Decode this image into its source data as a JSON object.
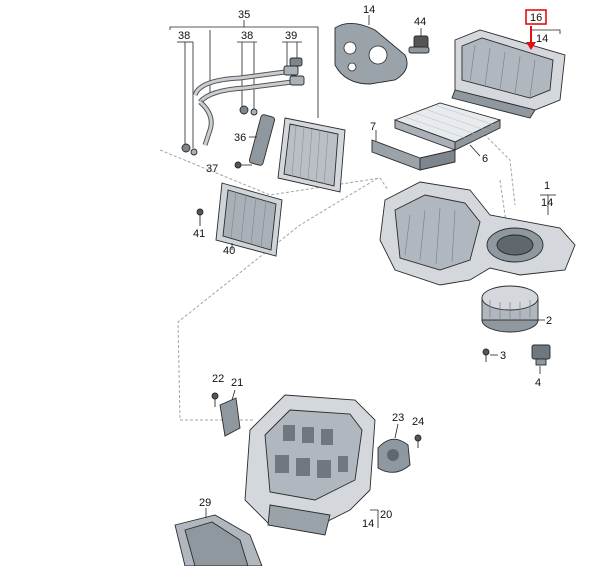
{
  "labels": {
    "l35": "35",
    "l14_gasket": "14",
    "l44": "44",
    "l16": "16",
    "l14_top": "14",
    "l38a": "38",
    "l38b": "38",
    "l39": "39",
    "l36": "36",
    "l7": "7",
    "l6": "6",
    "l37": "37",
    "l1": "1",
    "l14_housing": "14",
    "l41": "41",
    "l40": "40",
    "l2": "2",
    "l3": "3",
    "l4": "4",
    "l22": "22",
    "l21": "21",
    "l23": "23",
    "l24": "24",
    "l14_bottom": "14",
    "l20": "20",
    "l29": "29"
  },
  "colors": {
    "highlight": "#e01010",
    "part_fill": "#d4d8dc",
    "part_dark": "#7d858d",
    "part_light": "#eceff1",
    "guide": "#9aa6b2"
  },
  "icons": {
    "arrow": "down-arrow-icon"
  }
}
